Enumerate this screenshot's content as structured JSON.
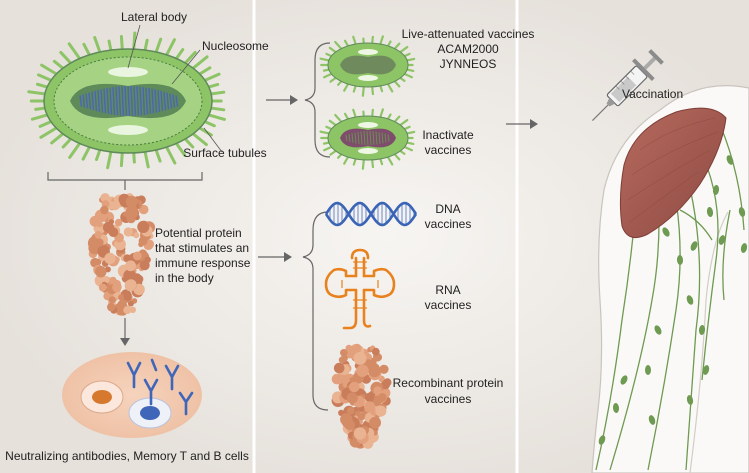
{
  "virus": {
    "lateral_body": "Lateral body",
    "nucleosome": "Nucleosome",
    "surface_tubules": "Surface tubules"
  },
  "protein": {
    "line1": "Potential protein",
    "line2": "that stimulates an",
    "line3": "immune response",
    "line4": "in the body"
  },
  "immunity": {
    "label": "Neutralizing antibodies, Memory T and B cells"
  },
  "vaccines": {
    "live": {
      "line1": "Live-attenuated vaccines",
      "line2": "ACAM2000",
      "line3": "JYNNEOS"
    },
    "inactivate": {
      "line1": "Inactivate",
      "line2": "vaccines"
    },
    "dna": {
      "line1": "DNA",
      "line2": "vaccines"
    },
    "rna": {
      "line1": "RNA",
      "line2": "vaccines"
    },
    "recombinant": {
      "line1": "Recombinant protein",
      "line2": "vaccines"
    }
  },
  "vaccination": {
    "label": "Vaccination"
  },
  "colors": {
    "virus_green": "#8cc466",
    "virus_dark": "#5f8a5a",
    "dna_blue": "#3a64b5",
    "rna_orange": "#e8821e",
    "protein": "#e2a07c",
    "muscle": "#a0594f",
    "lymph_green": "#6e9a52",
    "cell_pink": "#f3cbb4"
  }
}
